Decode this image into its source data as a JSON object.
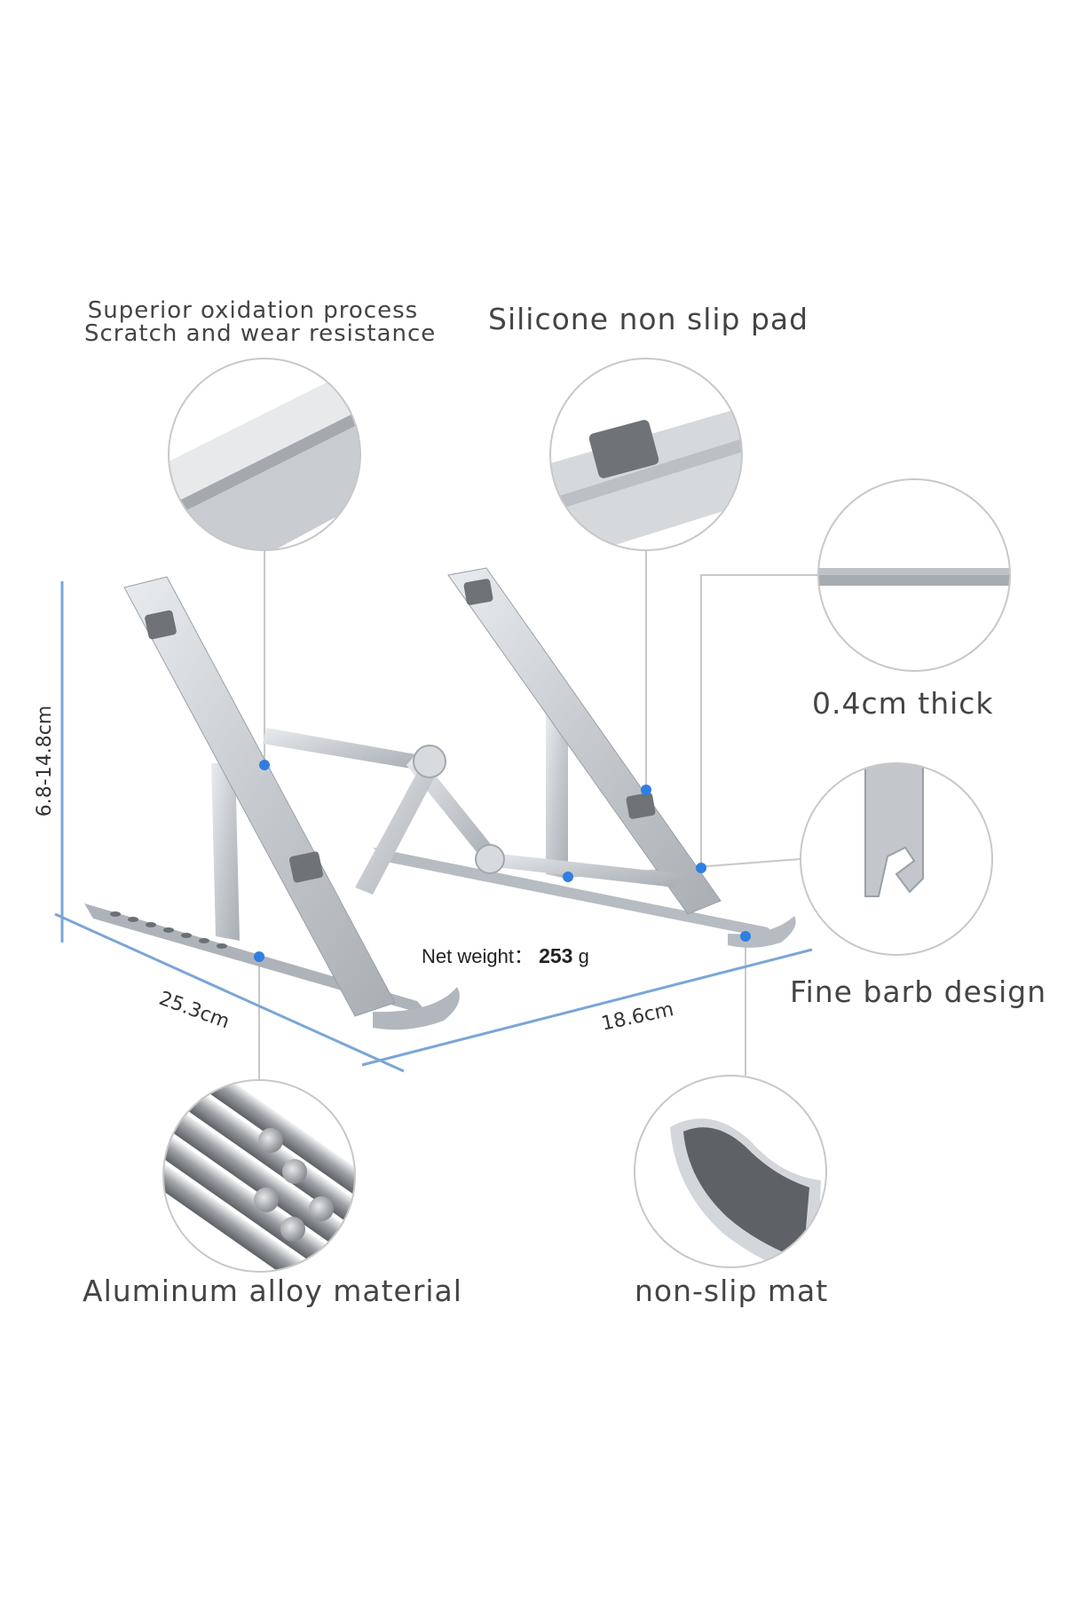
{
  "callouts": {
    "oxidation_line1": "Superior oxidation process",
    "oxidation_line2": "Scratch and wear resistance",
    "silicone_pad": "Silicone non slip pad",
    "thickness": "0.4cm thick",
    "barb": "Fine barb design",
    "aluminum": "Aluminum alloy material",
    "mat": "non-slip mat"
  },
  "dimensions": {
    "height": "6.8-14.8cm",
    "length": "25.3cm",
    "width": "18.6cm"
  },
  "net_weight": {
    "label": "Net weight：",
    "value": "253",
    "unit": "g"
  },
  "colors": {
    "dimension_line": "#7aa6d6",
    "leader_line": "#c8c8c8",
    "callout_dot": "#2f7fe0",
    "aluminum": "#c9cdd2",
    "pad": "#6f7276"
  }
}
